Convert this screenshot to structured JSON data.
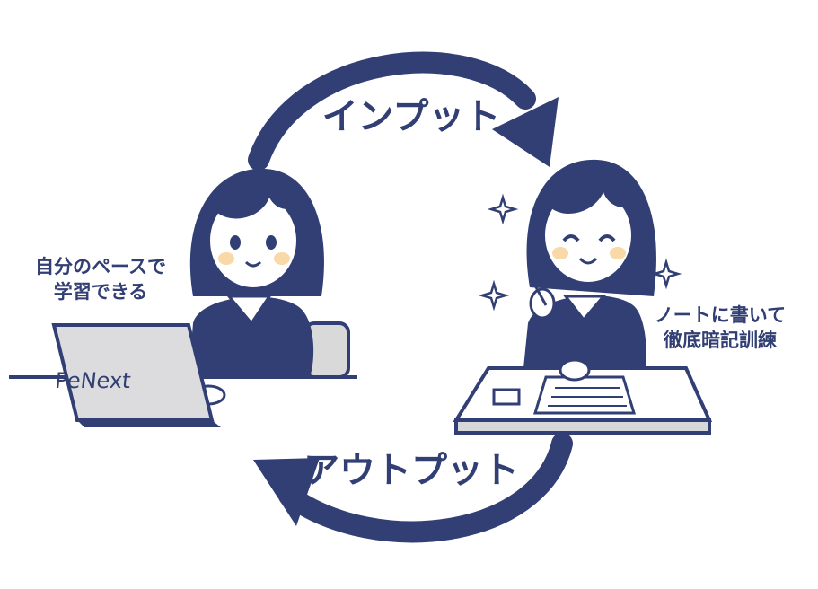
{
  "cycle": {
    "top_label": "インプット",
    "bottom_label": "アウトプット"
  },
  "left_student": {
    "caption_line1": "自分のペースで",
    "caption_line2": "学習できる",
    "laptop_text": "PeNext"
  },
  "right_student": {
    "caption_line1": "ノートに書いて",
    "caption_line2": "徹底暗記訓練"
  },
  "colors": {
    "navy": "#323f74",
    "skin": "#ffffff",
    "cheek": "#f8d9a7",
    "laptop_screen": "#dcdcde",
    "chair": "#d9d9d9",
    "desk": "#d7d8da"
  }
}
